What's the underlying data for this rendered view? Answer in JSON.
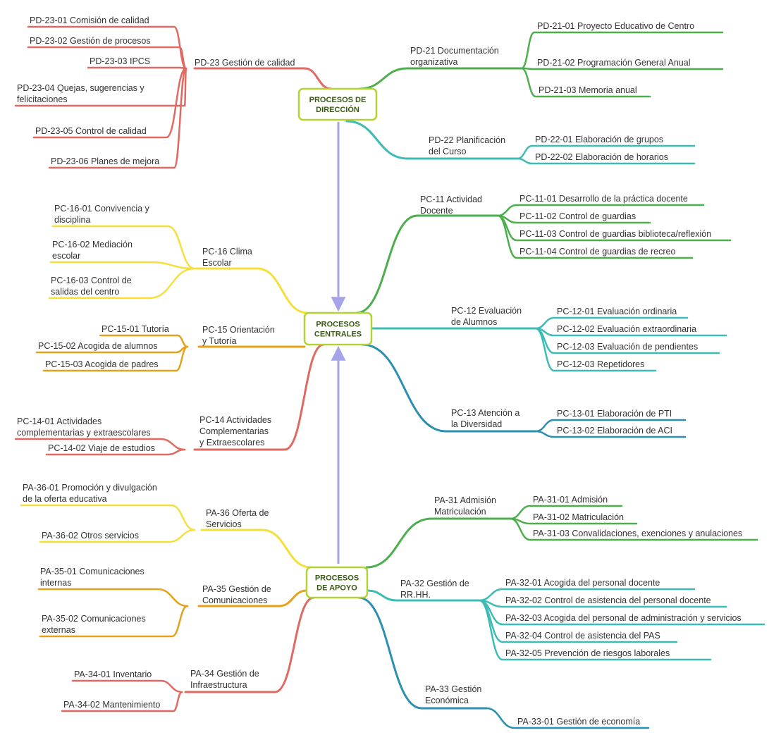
{
  "colors": {
    "red": "#e06a62",
    "green": "#4cae4c",
    "teal": "#3cbcb4",
    "blue": "#2a8fb0",
    "yellow": "#f5df3c",
    "orange": "#e3a21a",
    "purple": "#a7a3e8",
    "core_border": "#b3d234",
    "core_text": "#3a5a14"
  },
  "core": {
    "direccion": [
      "PROCESOS DE",
      "DIRECCIÓN"
    ],
    "centrales": [
      "PROCESOS",
      "CENTRALES"
    ],
    "apoyo": [
      "PROCESOS",
      "DE APOYO"
    ]
  },
  "branches": {
    "pd23": [
      "PD-23 Gestión de calidad"
    ],
    "pd21": [
      "PD-21 Documentación",
      "organizativa"
    ],
    "pd22": [
      "PD-22 Planificación",
      "del Curso"
    ],
    "pc11": [
      "PC-11 Actividad",
      "Docente"
    ],
    "pc16": [
      "PC-16 Clima",
      "Escolar"
    ],
    "pc12": [
      "PC-12 Evaluación",
      "de Alumnos"
    ],
    "pc15": [
      "PC-15 Orientación",
      "y Tutoría"
    ],
    "pc13": [
      "PC-13 Atención a",
      "la Diversidad"
    ],
    "pc14": [
      "PC-14 Actividades",
      "Complementarias",
      "y Extraescolares"
    ],
    "pa36": [
      "PA-36 Oferta de",
      "Servicios"
    ],
    "pa31": [
      "PA-31 Admisión",
      "Matriculación"
    ],
    "pa35": [
      "PA-35 Gestión de",
      "Comunicaciones"
    ],
    "pa32": [
      "PA-32 Gestión de",
      "RR.HH."
    ],
    "pa34": [
      "PA-34 Gestión de",
      "Infraestructura"
    ],
    "pa33": [
      "PA-33 Gestión",
      "Económica"
    ]
  },
  "leaves": {
    "pd23": [
      [
        "PD-23-01 Comisión de calidad"
      ],
      [
        "PD-23-02 Gestión de procesos"
      ],
      [
        "PD-23-03 IPCS"
      ],
      [
        "PD-23-04 Quejas, sugerencias y",
        "felicitaciones"
      ],
      [
        "PD-23-05 Control de calidad"
      ],
      [
        "PD-23-06 Planes de mejora"
      ]
    ],
    "pd21": [
      [
        "PD-21-01 Proyecto Educativo de Centro"
      ],
      [
        "PD-21-02 Programación General Anual"
      ],
      [
        "PD-21-03 Memoria anual"
      ]
    ],
    "pd22": [
      [
        "PD-22-01 Elaboración de grupos"
      ],
      [
        "PD-22-02 Elaboración de horarios"
      ]
    ],
    "pc11": [
      [
        "PC-11-01 Desarrollo de la práctica docente"
      ],
      [
        "PC-11-02 Control de guardias"
      ],
      [
        "PC-11-03 Control de guardias biblioteca/reflexión"
      ],
      [
        "PC-11-04 Control de guardias de recreo"
      ]
    ],
    "pc16": [
      [
        "PC-16-01 Convivencia y",
        "disciplina"
      ],
      [
        "PC-16-02 Mediación",
        "escolar"
      ],
      [
        "PC-16-03 Control de",
        "salidas del centro"
      ]
    ],
    "pc12": [
      [
        "PC-12-01 Evaluación ordinaria"
      ],
      [
        "PC-12-02 Evaluación extraordinaria"
      ],
      [
        "PC-12-03 Evaluación de pendientes"
      ],
      [
        "PC-12-03 Repetidores"
      ]
    ],
    "pc15": [
      [
        "PC-15-01 Tutoría"
      ],
      [
        "PC-15-02 Acogida de alumnos"
      ],
      [
        "PC-15-03 Acogida de padres"
      ]
    ],
    "pc13": [
      [
        "PC-13-01 Elaboración de PTI"
      ],
      [
        "PC-13-02 Elaboración de ACI"
      ]
    ],
    "pc14": [
      [
        "PC-14-01 Actividades",
        "complementarias y extraescolares"
      ],
      [
        "PC-14-02 Viaje de estudios"
      ]
    ],
    "pa36": [
      [
        "PA-36-01 Promoción y divulgación",
        "de la oferta educativa"
      ],
      [
        "PA-36-02 Otros servicios"
      ]
    ],
    "pa31": [
      [
        "PA-31-01 Admisión"
      ],
      [
        "PA-31-02 Matriculación"
      ],
      [
        "PA-31-03 Convalidaciones, exenciones y anulaciones"
      ]
    ],
    "pa35": [
      [
        "PA-35-01 Comunicaciones",
        "internas"
      ],
      [
        "PA-35-02 Comunicaciones",
        "externas"
      ]
    ],
    "pa32": [
      [
        "PA-32-01 Acogida del personal docente"
      ],
      [
        "PA-32-02 Control de asistencia del personal docente"
      ],
      [
        "PA-32-03 Acogida del personal de administración y servicios"
      ],
      [
        "PA-32-04 Control de asistencia del PAS"
      ],
      [
        "PA-32-05 Prevención de riesgos laborales"
      ]
    ],
    "pa34": [
      [
        "PA-34-01 Inventario"
      ],
      [
        "PA-34-02 Mantenimiento"
      ]
    ],
    "pa33": [
      [
        "PA-33-01 Gestión de economía"
      ]
    ]
  }
}
